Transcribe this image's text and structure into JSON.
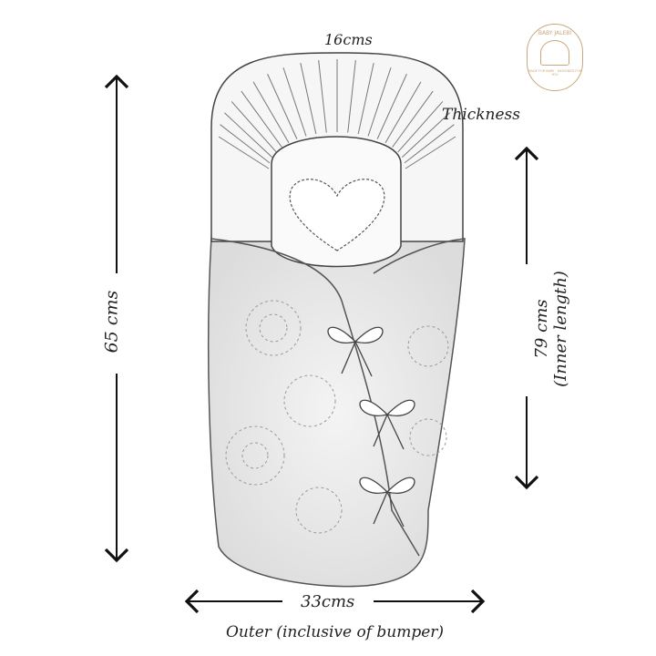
{
  "labels": {
    "hood_thickness": "16cms",
    "thickness": "Thickness",
    "outer_height": "65 cms",
    "inner_length_value": "79 cms",
    "inner_length_note": "(Inner length)",
    "width": "33cms",
    "width_note": "Outer (inclusive of bumper)"
  },
  "logo": {
    "brand": "BABY JALEBI",
    "tagline": "MADE FOR BABY · DESIGNED FOR YOU",
    "color": "#c9a77a"
  }
}
